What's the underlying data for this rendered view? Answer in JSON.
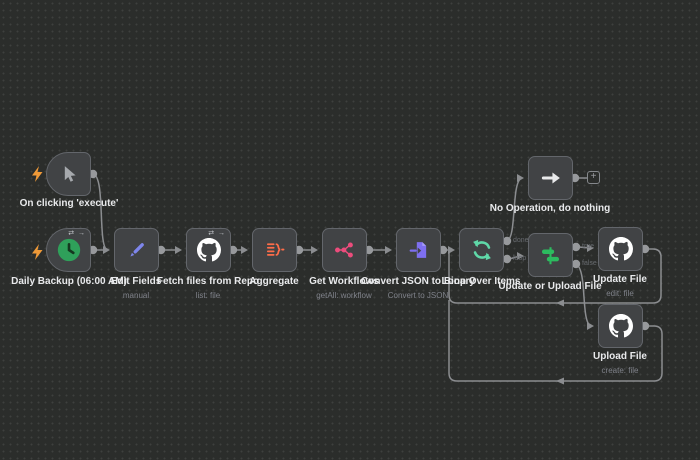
{
  "app": {
    "kind": "workflow-editor-canvas"
  },
  "colors": {
    "canvas_bg": "#2b2d2b",
    "canvas_dot": "#3e403e",
    "node_bg": "#414345",
    "node_border": "#63666b",
    "wire": "#8b8d90",
    "label": "#e9eaec",
    "subtitle": "#80838b",
    "trigger_bolt": "#f09a38",
    "icon_cursor": "#a6a9ad",
    "icon_clock": "#2fa05a",
    "icon_pencil": "#7e86ec",
    "icon_github": "#fefefe",
    "icon_aggregate": "#ff6d49",
    "icon_n8n": "#ec4c7c",
    "icon_file_import": "#7e6ff0",
    "icon_loop": "#5fd8a8",
    "icon_switch": "#2cbb5f",
    "icon_noop": "#e9eaeb"
  },
  "badges": {
    "retry_continue": "⇄ →"
  },
  "ports": {
    "done": "done",
    "loop": "loop",
    "true": "true",
    "false": "false"
  },
  "add_button": "+",
  "nodes": [
    {
      "name": "On clicking 'execute'",
      "subtitle": "",
      "icon": "cursor-icon"
    },
    {
      "name": "Daily Backup (06:00 AM)",
      "subtitle": "",
      "icon": "clock-icon"
    },
    {
      "name": "Edit Fields",
      "subtitle": "manual",
      "icon": "pencil-icon"
    },
    {
      "name": "Fetch files from Repo",
      "subtitle": "list: file",
      "icon": "github-icon"
    },
    {
      "name": "Aggregate",
      "subtitle": "",
      "icon": "aggregate-icon"
    },
    {
      "name": "Get Workflows",
      "subtitle": "getAll: workflow",
      "icon": "n8n-icon"
    },
    {
      "name": "Convert JSON to Binary",
      "subtitle": "Convert to JSON",
      "icon": "file-import-icon"
    },
    {
      "name": "Loop Over Items",
      "subtitle": "",
      "icon": "loop-icon"
    },
    {
      "name": "No Operation, do nothing",
      "subtitle": "",
      "icon": "arrow-right-icon"
    },
    {
      "name": "Update or Upload File",
      "subtitle": "",
      "icon": "switch-icon"
    },
    {
      "name": "Update File",
      "subtitle": "edit: file",
      "icon": "github-icon"
    },
    {
      "name": "Upload File",
      "subtitle": "create: file",
      "icon": "github-icon"
    }
  ]
}
